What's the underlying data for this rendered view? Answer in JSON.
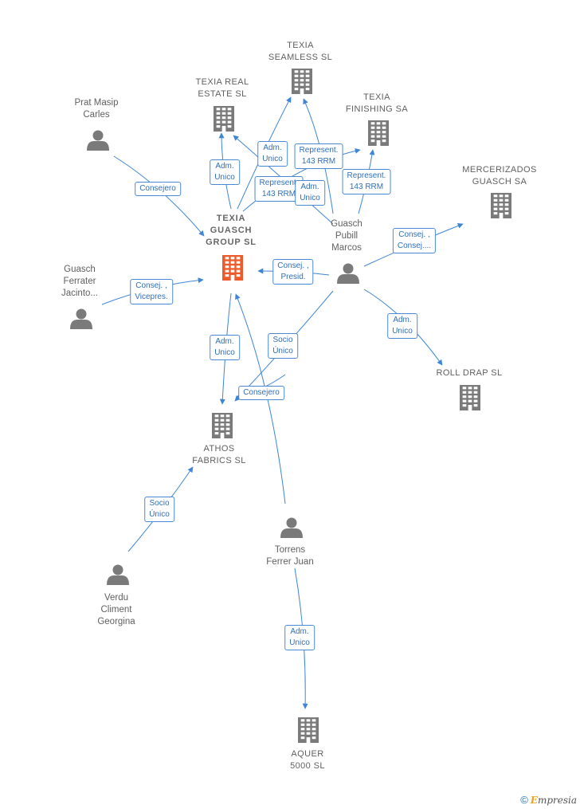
{
  "nodes": [
    {
      "id": "texia_group",
      "type": "company",
      "main": true,
      "lines": [
        "TEXIA",
        "GUASCH",
        "GROUP  SL"
      ]
    },
    {
      "id": "texia_real",
      "type": "company",
      "lines": [
        "TEXIA REAL",
        "ESTATE  SL"
      ]
    },
    {
      "id": "texia_seamless",
      "type": "company",
      "lines": [
        "TEXIA",
        "SEAMLESS  SL"
      ]
    },
    {
      "id": "texia_finishing",
      "type": "company",
      "lines": [
        "TEXIA",
        "FINISHING SA"
      ]
    },
    {
      "id": "mercerizados",
      "type": "company",
      "lines": [
        "MERCERIZADOS",
        "GUASCH SA"
      ]
    },
    {
      "id": "roll_drap",
      "type": "company",
      "lines": [
        "ROLL DRAP  SL"
      ]
    },
    {
      "id": "athos",
      "type": "company",
      "lines": [
        "ATHOS",
        "FABRICS  SL"
      ]
    },
    {
      "id": "aquer",
      "type": "company",
      "lines": [
        "AQUER",
        "5000  SL"
      ]
    },
    {
      "id": "prat",
      "type": "person",
      "lines": [
        "Prat Masip",
        "Carles"
      ]
    },
    {
      "id": "guasch_ferrater",
      "type": "person",
      "lines": [
        "Guasch",
        "Ferrater",
        "Jacinto..."
      ]
    },
    {
      "id": "guasch_pubill",
      "type": "person",
      "lines": [
        "Guasch",
        "Pubill",
        "Marcos"
      ]
    },
    {
      "id": "torrens",
      "type": "person",
      "lines": [
        "Torrens",
        "Ferrer Juan"
      ]
    },
    {
      "id": "verdu",
      "type": "person",
      "lines": [
        "Verdu",
        "Climent",
        "Georgina"
      ]
    }
  ],
  "edges": [
    {
      "id": "e_prat_group",
      "lines": [
        "Consejero"
      ]
    },
    {
      "id": "e_gf_group",
      "lines": [
        "Consej. ,",
        "Vicepres."
      ]
    },
    {
      "id": "e_group_real",
      "lines": [
        "Adm.",
        "Unico"
      ]
    },
    {
      "id": "e_group_seamless",
      "lines": [
        "Adm.",
        "Unico"
      ]
    },
    {
      "id": "e_gp_real",
      "lines": [
        "Represent.",
        "143 RRM"
      ]
    },
    {
      "id": "e_gp_seamless",
      "lines": [
        "Represent.",
        "143 RRM"
      ]
    },
    {
      "id": "e_group_finishing",
      "lines": [
        "Adm.",
        "Unico"
      ]
    },
    {
      "id": "e_gp_finishing",
      "lines": [
        "Represent.",
        "143 RRM"
      ]
    },
    {
      "id": "e_gp_group",
      "lines": [
        "Consej. ,",
        "Presid."
      ]
    },
    {
      "id": "e_gp_mercerizados",
      "lines": [
        "Consej. ,",
        "Consej...."
      ]
    },
    {
      "id": "e_gp_roll",
      "lines": [
        "Adm.",
        "Unico"
      ]
    },
    {
      "id": "e_group_athos",
      "lines": [
        "Adm.",
        "Unico"
      ]
    },
    {
      "id": "e_gp_athos",
      "lines": [
        "Socio",
        "Único"
      ]
    },
    {
      "id": "e_torrens_athos",
      "lines": [
        "Consejero"
      ]
    },
    {
      "id": "e_verdu_athos",
      "lines": [
        "Socio",
        "Único"
      ]
    },
    {
      "id": "e_torrens_aquer",
      "lines": [
        "Adm.",
        "Unico"
      ]
    }
  ],
  "colors": {
    "edge": "#3d85d6",
    "icon": "#7a7a7a",
    "main_icon": "#ef5a2a"
  },
  "footer": {
    "copyright": "©",
    "brand_first": "E",
    "brand_rest": "mpresia"
  }
}
